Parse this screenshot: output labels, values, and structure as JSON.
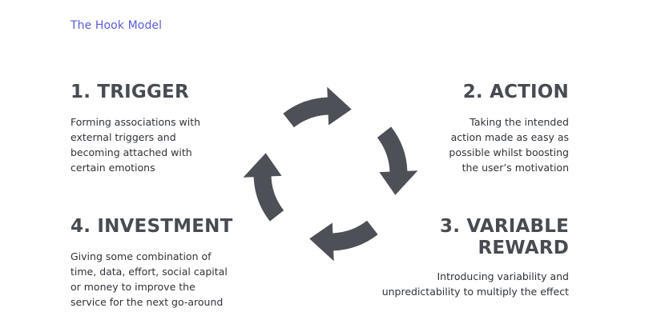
{
  "page": {
    "title": "The Hook Model"
  },
  "steps": [
    {
      "heading": "1. TRIGGER",
      "lines": [
        "Forming associations with",
        "external triggers and",
        "becoming attached with",
        "certain emotions"
      ]
    },
    {
      "heading": "2. ACTION",
      "lines": [
        "Taking the intended",
        "action made as easy as",
        "possible whilst boosting",
        "the user’s motivation"
      ]
    },
    {
      "heading_lines": [
        "3. VARIABLE",
        "REWARD"
      ],
      "lines": [
        "Introducing variability and",
        "unpredictability to multiply the effect"
      ]
    },
    {
      "heading": "4. INVESTMENT",
      "lines": [
        "Giving some combination of",
        "time, data, effort, social capital",
        "or money to improve  the",
        "service for the next go-around"
      ]
    }
  ],
  "cycle": {
    "arrow_color": "#4d5157",
    "direction": "clockwise",
    "arrow_count": 4
  }
}
